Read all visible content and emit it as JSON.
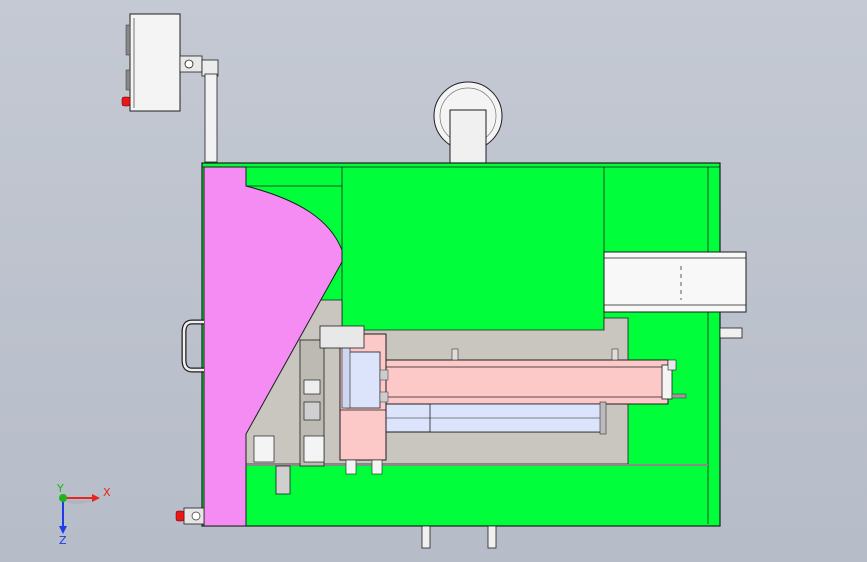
{
  "triad": {
    "x_label": "X",
    "y_label": "Y",
    "z_label": "Z",
    "x_color": "#e8241c",
    "y_color": "#1cb41c",
    "z_color": "#1c3ce8"
  },
  "colors": {
    "background": "#bcc2cc",
    "housing_fill": "#00ff3a",
    "side_panel": "#f48cf4",
    "cylinder_pink": "#fcc8c8",
    "cylinder_blue": "#dce4fc",
    "frame_grey": "#c9c6bf",
    "line": "#1e1e1e",
    "white_part": "#f4f4f4",
    "red_button": "#e81818"
  },
  "components": [
    {
      "name": "control-box",
      "icon": "control-box-icon"
    },
    {
      "name": "support-arm",
      "icon": "arm-icon"
    },
    {
      "name": "exhaust-duct",
      "icon": "duct-icon"
    },
    {
      "name": "machine-housing",
      "icon": "housing-icon"
    },
    {
      "name": "side-door-panel",
      "icon": "panel-icon"
    },
    {
      "name": "door-handle",
      "icon": "handle-icon"
    },
    {
      "name": "feed-chute",
      "icon": "chute-icon"
    },
    {
      "name": "pneumatic-cylinder",
      "icon": "cylinder-icon"
    },
    {
      "name": "linear-guide",
      "icon": "guide-icon"
    },
    {
      "name": "gripper-assembly",
      "icon": "gripper-icon"
    },
    {
      "name": "mounting-legs",
      "icon": "leg-icon"
    }
  ]
}
